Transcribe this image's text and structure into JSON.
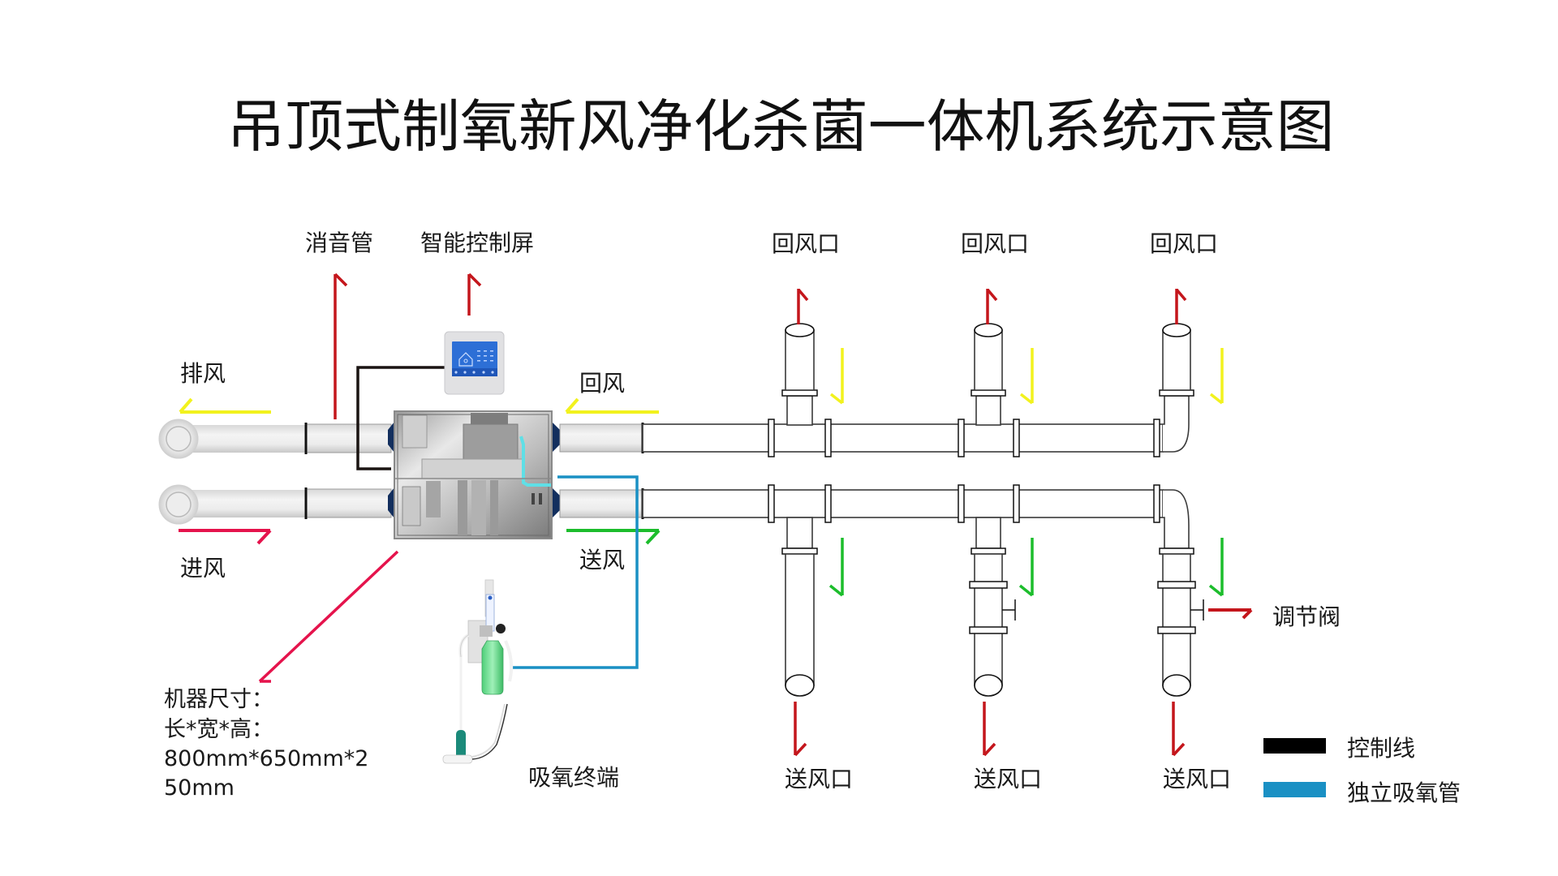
{
  "title": "吊顶式制氧新风净化杀菌一体机系统示意图",
  "labels": {
    "muffler": "消音管",
    "control_screen": "智能控制屏",
    "exhaust": "排风",
    "intake": "进风",
    "return_air": "回风",
    "supply_air": "送风",
    "oxygen_terminal": "吸氧终端",
    "regulating_valve": "调节阀"
  },
  "return_outlets": [
    {
      "label": "回风口"
    },
    {
      "label": "回风口"
    },
    {
      "label": "回风口"
    }
  ],
  "supply_outlets": [
    {
      "label": "送风口",
      "has_valve": false
    },
    {
      "label": "送风口",
      "has_valve": true
    },
    {
      "label": "送风口",
      "has_valve": true
    }
  ],
  "machine_size": {
    "line1": "机器尺寸：",
    "line2": "长*宽*高：",
    "line3": "800mm*650mm*2",
    "line4": "50mm"
  },
  "legend": [
    {
      "label": "控制线",
      "color": "#000000"
    },
    {
      "label": "独立吸氧管",
      "color": "#1a90c4"
    }
  ],
  "colors": {
    "pointer_red": "#c4161c",
    "intake_crimson": "#e5134c",
    "return_flow_yellow": "#f2f21e",
    "supply_flow_green": "#1cbd2c",
    "control_line": "#1a1412",
    "oxygen_line": "#1a90c4",
    "unit_connector": "#132f5e",
    "panel_screen": "#2d6fd6"
  }
}
